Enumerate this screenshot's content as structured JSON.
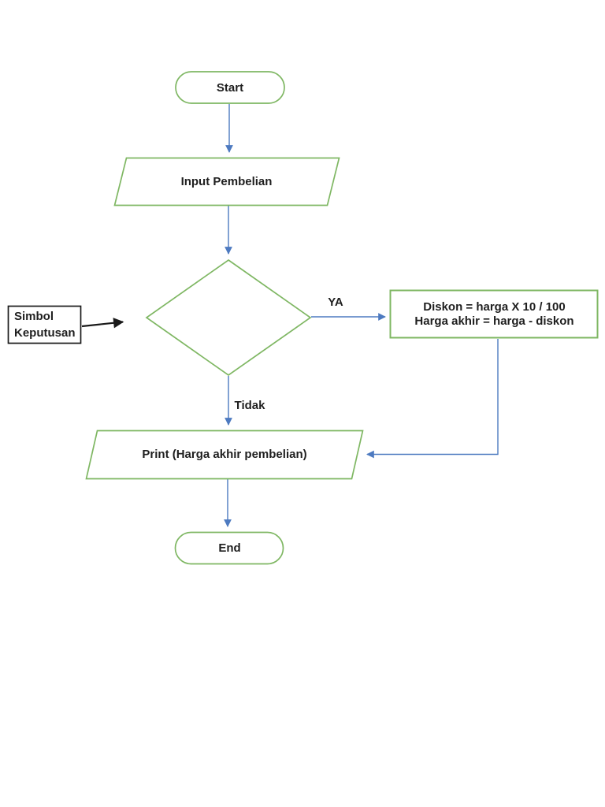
{
  "page": {
    "background": "#ffffff",
    "description": "Flowchart of a purchase discount program on a white document page"
  },
  "colors": {
    "shape_border_green": "#7fb763",
    "connector_blue": "#4d7ac0",
    "annotation_black": "#1a1a1a",
    "text": "#1f1f1f",
    "shape_fill": "#ffffff"
  },
  "flowchart": {
    "nodes": {
      "start": {
        "type": "terminator",
        "label": "Start"
      },
      "input": {
        "type": "parallelogram",
        "label": "Input Pembelian"
      },
      "decision": {
        "type": "diamond",
        "label": ""
      },
      "process": {
        "type": "rectangle",
        "line1": "Diskon = harga X 10 / 100",
        "line2": "Harga akhir = harga - diskon"
      },
      "print": {
        "type": "parallelogram",
        "label": "Print (Harga akhir pembelian)"
      },
      "end": {
        "type": "terminator",
        "label": "End"
      }
    },
    "edges": {
      "start_to_input": "arrow-down",
      "input_to_decision": "arrow-down",
      "decision_to_process": "arrow-right",
      "yes_label": "YA",
      "decision_to_print": "arrow-down",
      "no_label": "Tidak",
      "process_to_print": "elbow-arrow-left",
      "print_to_end": "arrow-down"
    },
    "annotation": {
      "line1": "Simbol",
      "line2": "Keputusan",
      "points_to": "decision diamond"
    }
  }
}
